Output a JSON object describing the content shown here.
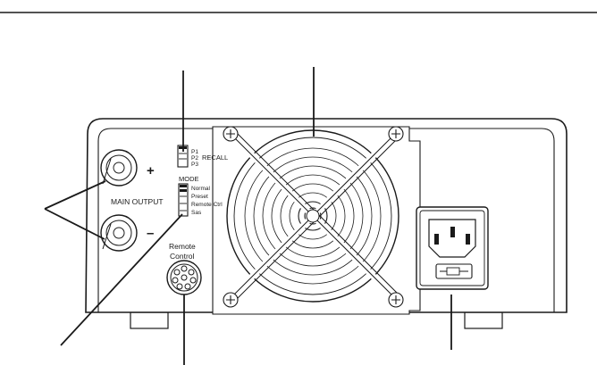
{
  "recall": {
    "title": "RECALL",
    "positions": [
      "P1",
      "P2",
      "P3"
    ]
  },
  "mode": {
    "title": "MODE",
    "positions": [
      "Normal",
      "Preset",
      "Remote Ctrl",
      "Sas"
    ]
  },
  "main_output": {
    "label": "MAIN OUTPUT",
    "plus_sign": "+",
    "minus_sign": "–"
  },
  "remote_control": {
    "label_line1": "Remote",
    "label_line2": "Control"
  },
  "colors": {
    "ink": "#1a1a1a",
    "background": "#ffffff"
  },
  "icons": {
    "fan": "cooling-fan-grille-icon",
    "power_inlet": "iec-power-inlet-icon",
    "terminal": "binding-post-icon",
    "connector": "circular-din-connector-icon"
  }
}
